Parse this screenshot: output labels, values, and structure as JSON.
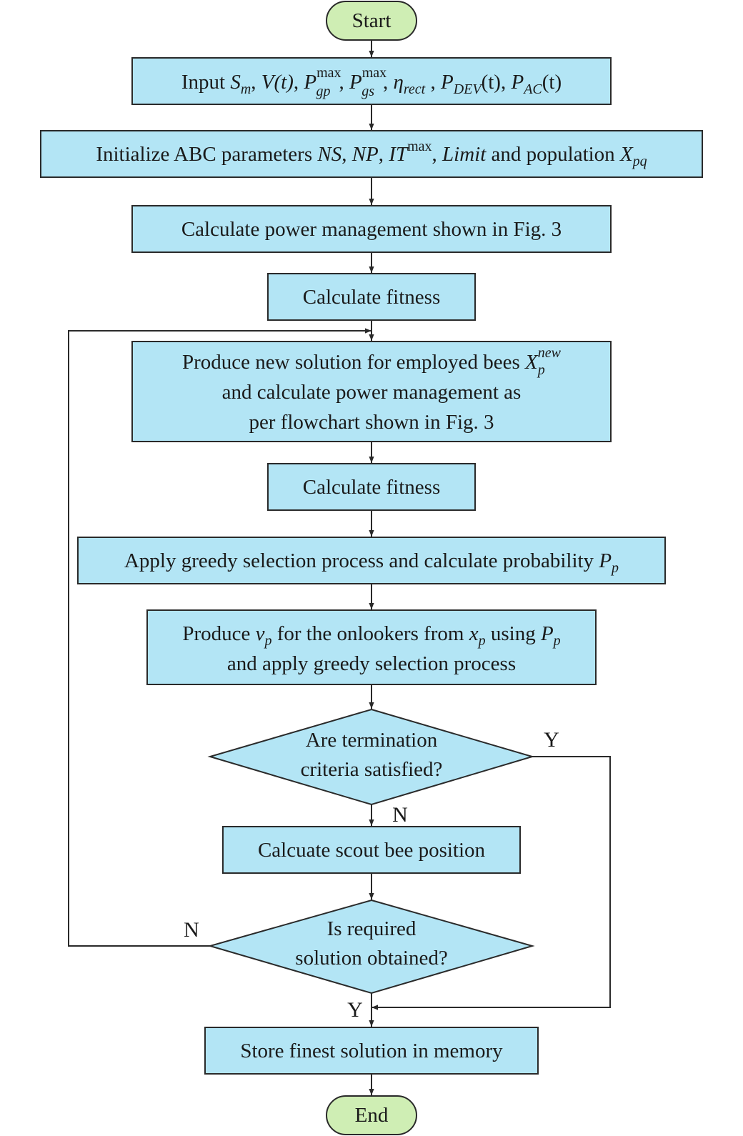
{
  "colors": {
    "process_fill": "#b3e5f5",
    "terminal_fill": "#cfeeb4",
    "stroke": "#2a2a2a"
  },
  "nodes": {
    "start": "Start",
    "input": {
      "prefix": "Input ",
      "s": "S",
      "s_sub": "m",
      "v": "V(t)",
      "p": "P",
      "max": "max",
      "gp": "gp",
      "gs": "gs",
      "eta": "η",
      "rect": "rect",
      "dev": "DEV",
      "ac": "AC",
      "t": "(t)"
    },
    "init": {
      "prefix": "Initialize ABC parameters ",
      "ns": "NS",
      "np": "NP",
      "it": "IT",
      "max": "max",
      "limit": "Limit",
      "and_pop": " and population ",
      "x": "X",
      "pq": "pq"
    },
    "calc_pm": "Calculate power management shown in Fig. 3",
    "fitness1": "Calculate fitness",
    "produce_new": {
      "line1": "Produce new solution for employed bees ",
      "x": "X",
      "p": "p",
      "new": "new",
      "line2": "and calculate power management as",
      "line3": "per flowchart shown in Fig. 3"
    },
    "fitness2": "Calculate fitness",
    "greedy": {
      "text": "Apply greedy selection process and calculate probability ",
      "p": "P",
      "p_sub": "p"
    },
    "onlookers": {
      "produce": "Produce ",
      "v": "v",
      "p": "p",
      "mid": " for the onlookers from ",
      "x": "x",
      "using": " using ",
      "P": "P",
      "line2": "and apply greedy selection process"
    },
    "termination": {
      "line1": "Are termination",
      "line2": "criteria satisfied?"
    },
    "scout": "Calcuate scout bee position",
    "required": {
      "line1": "Is required",
      "line2": "solution obtained?"
    },
    "store": "Store finest solution in memory",
    "end": "End"
  },
  "edge_labels": {
    "term_yes": "Y",
    "term_no": "N",
    "req_no": "N",
    "req_yes": "Y"
  }
}
